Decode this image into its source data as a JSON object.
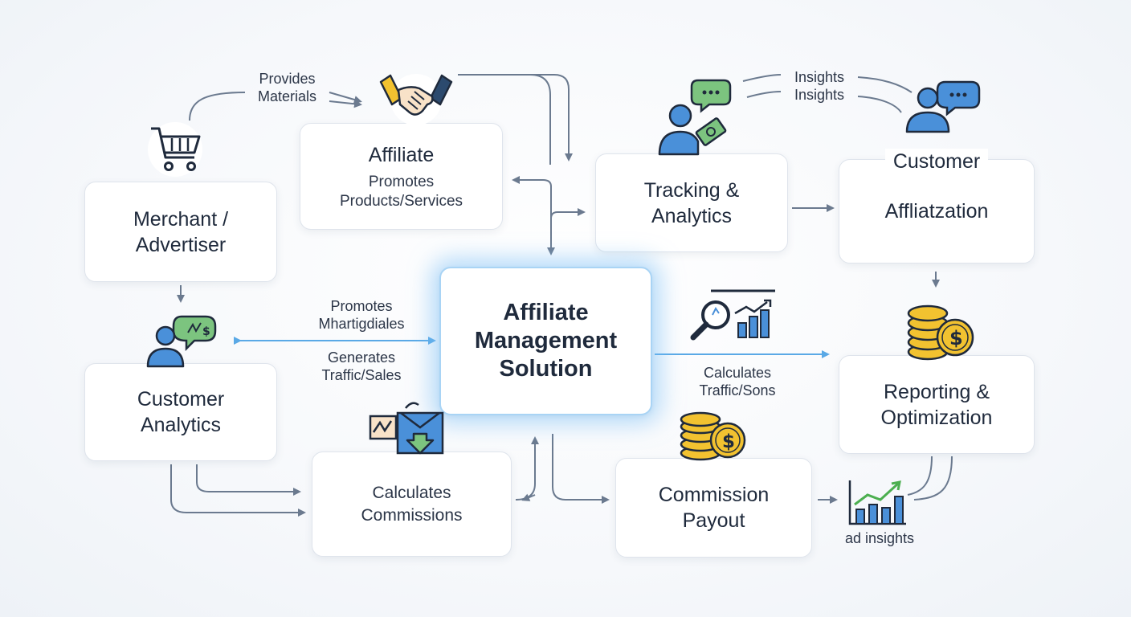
{
  "nodes": {
    "merchant": {
      "line1": "Merchant /",
      "line2": "Advertiser"
    },
    "affiliate": {
      "title": "Affiliate",
      "sub1": "Promotes",
      "sub2": "Products/Services"
    },
    "tracking": {
      "line1": "Tracking &",
      "line2": "Analytics"
    },
    "customer_aff": {
      "title": "Customer",
      "sub": "Affliatzation"
    },
    "center": {
      "line1": "Affiliate",
      "line2": "Management",
      "line3": "Solution"
    },
    "customer_analytics": {
      "line1": "Customer",
      "line2": "Analytics"
    },
    "calc_comm": {
      "line1": "Calculates",
      "line2": "Commissions"
    },
    "commission": {
      "line1": "Commission",
      "line2": "Payout"
    },
    "reporting": {
      "line1": "Reporting &",
      "line2": "Optimization"
    }
  },
  "edge_labels": {
    "provides": {
      "line1": "Provides",
      "line2": "Materials"
    },
    "insights": {
      "line1": "Insights",
      "line2": "Insights"
    },
    "promotes": {
      "line1": "Promotes",
      "line2": "Mhartigdiales"
    },
    "generates": {
      "line1": "Generates",
      "line2": "Traffic/Sales"
    },
    "calculates": {
      "line1": "Calculates",
      "line2": "Traffic/Sons"
    },
    "ad_insights": "ad insights"
  },
  "colors": {
    "edge": "#6b7a8f",
    "edge_highlight": "#5aa9e6",
    "icon_blue": "#4a90d9",
    "icon_green": "#7cc47f",
    "coin_gold": "#f2c230",
    "outline": "#1f2a3c"
  },
  "icons": [
    "shopping-cart-icon",
    "handshake-icon",
    "user-with-cash-icon",
    "user-chat-icon",
    "user-dollar-chat-icon",
    "chart-magnifier-icon",
    "coin-stack-icon",
    "trend-chart-icon",
    "download-chart-icon"
  ]
}
